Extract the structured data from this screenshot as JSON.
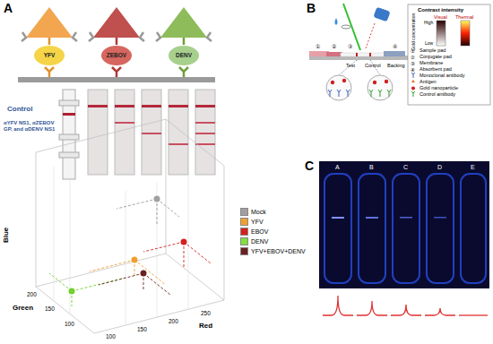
{
  "diagram": {
    "nodes": [
      {
        "text": [
          "YFV"
        ]
      },
      {
        "text": [
          "ZEBOV"
        ]
      },
      {
        "text": [
          "DENV"
        ]
      }
    ],
    "labels": [
      "A",
      "Control",
      "αYFV NS1, αZEBOV GP, and αDENV NS1",
      "Blue",
      "Green",
      "Red",
      "200",
      "150",
      "100",
      "100",
      "150",
      "200",
      "250",
      "B",
      "Contrast intensity",
      "Visual",
      "Thermal",
      "High",
      "Low",
      "Gold concentration",
      "Test",
      "Control",
      "Backing",
      "①",
      "②",
      "③",
      "④",
      "①",
      "②",
      "③",
      "④",
      "C",
      "A",
      "B",
      "C",
      "D",
      "E"
    ],
    "legend": [
      {
        "text": "Mock",
        "color": "#a0a0a0"
      },
      {
        "text": "YFV",
        "color": "#f0a030"
      },
      {
        "text": "EBOV",
        "color": "#d42020"
      },
      {
        "text": "DENV",
        "color": "#80e040"
      },
      {
        "text": "YFV+EBOV+DENV",
        "color": "#6b2020"
      },
      {
        "text": "Sample pad"
      },
      {
        "text": "Conjugate pad"
      },
      {
        "text": "Membrane"
      },
      {
        "text": "Absorbent pad"
      },
      {
        "text": "Monoclonal antibody"
      },
      {
        "text": "Antigen"
      },
      {
        "text": "Gold nanoparticle"
      },
      {
        "text": "Control antibody"
      }
    ]
  }
}
